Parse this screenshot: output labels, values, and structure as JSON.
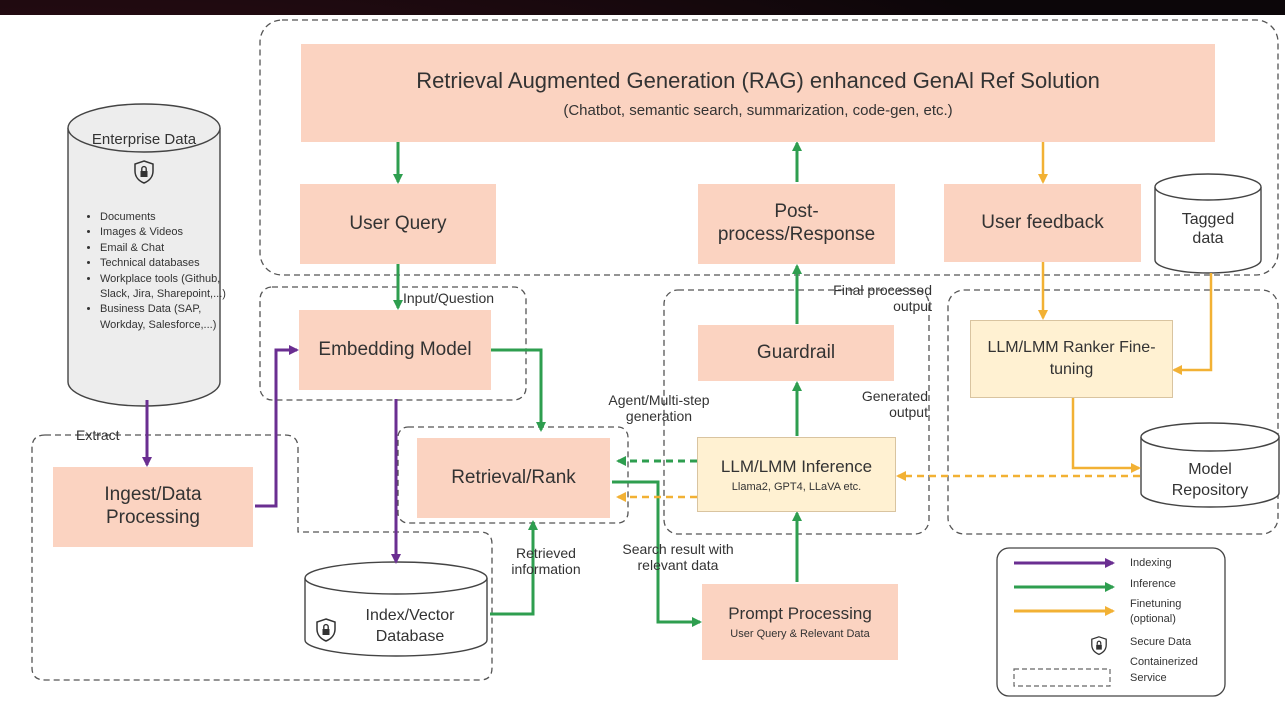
{
  "main": {
    "title": "Retrieval Augmented Generation (RAG) enhanced GenAl Ref Solution",
    "subtitle": "(Chatbot, semantic search, summarization, code-gen, etc.)"
  },
  "boxes": {
    "user_query": "User Query",
    "post_process": "Post-\nprocess/Response",
    "user_feedback": "User feedback",
    "embedding_model": "Embedding Model",
    "guardrail": "Guardrail",
    "ranker_finetuning": "LLM/LMM Ranker Fine-\ntuning",
    "retrieval_rank": "Retrieval/Rank",
    "llm_inference": "LLM/LMM Inference",
    "llm_inference_sub": "Llama2, GPT4, LLaVA etc.",
    "ingest": "Ingest/Data\nProcessing",
    "prompt_processing": "Prompt Processing",
    "prompt_processing_sub": "User Query & Relevant Data"
  },
  "cylinders": {
    "enterprise_title": "Enterprise Data",
    "enterprise_items": [
      "Documents",
      "Images & Videos",
      "Email & Chat",
      "Technical databases",
      "Workplace tools (Github, Slack, Jira, Sharepoint,...)",
      "Business Data (SAP, Workday, Salesforce,...)"
    ],
    "tagged_data": "Tagged\ndata",
    "model_repository": "Model\nRepository",
    "vector_db": "Index/Vector\nDatabase"
  },
  "labels": {
    "input_question": "Input/Question",
    "final_processed_output": "Final processed\noutput",
    "agent_multistep": "Agent/Multi-step\ngeneration",
    "generated_output": "Generated\noutput",
    "extract": "Extract",
    "retrieved_information": "Retrieved\ninformation",
    "search_result": "Search result with\nrelevant data"
  },
  "legend": {
    "indexing": "Indexing",
    "inference": "Inference",
    "finetuning": "Finetuning\n(optional)",
    "secure_data": "Secure Data",
    "containerized": "Containerized\nService"
  },
  "colors": {
    "box_fill": "#fbd3c1",
    "soft_fill": "#fff1d2",
    "indexing": "#6a2e91",
    "inference": "#2e9e4f",
    "finetuning": "#f2b134",
    "panel": "#ffffff",
    "dashed": "#555555"
  }
}
